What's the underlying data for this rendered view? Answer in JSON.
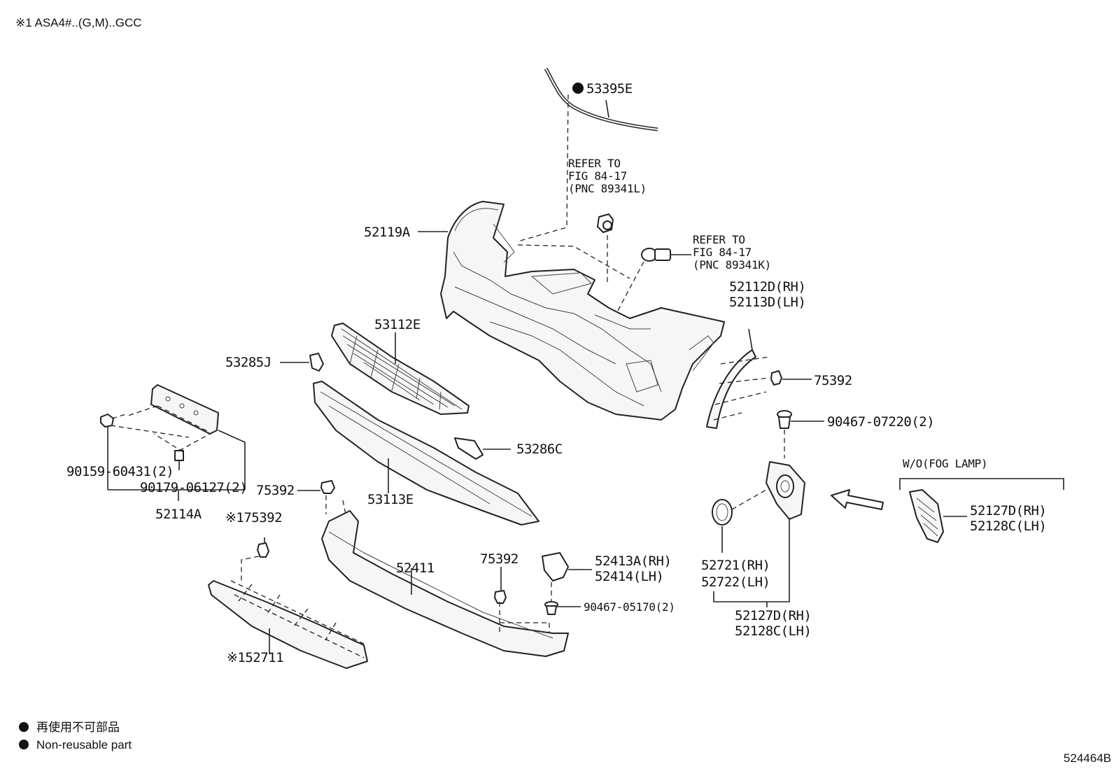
{
  "header_note": "※1 ASA4#..(G,M)..GCC",
  "figure_id": "524464B",
  "legend": {
    "jp": "再使用不可部品",
    "en": "Non-reusable part"
  },
  "callouts": {
    "c53395E": "53395E",
    "refer1": [
      "REFER TO",
      "FIG 84-17",
      "(PNC 89341L)"
    ],
    "refer2": [
      "REFER TO",
      "FIG 84-17",
      "(PNC 89341K)"
    ],
    "c52119A": "52119A",
    "c52112D": "52112D(RH)",
    "c52113D": "52113D(LH)",
    "c53112E": "53112E",
    "c53285J": "53285J",
    "c75392a": "75392",
    "c90467_07220": "90467-07220(2)",
    "c53286C": "53286C",
    "c90159": "90159-60431(2)",
    "c90179": "90179-06127(2)",
    "c52114A": "52114A",
    "c75392b": "75392",
    "c53113E": "53113E",
    "c75392c": "※175392",
    "c52411": "52411",
    "c75392d": "75392",
    "c52413A": "52413A(RH)",
    "c52414": "52414(LH)",
    "c90467_05170": "90467-05170(2)",
    "c52711": "※152711",
    "c52721": "52721(RH)",
    "c52722": "52722(LH)",
    "c52127D_b": "52127D(RH)",
    "c52128C_b": "52128C(LH)",
    "wo_fog": "W/O(FOG LAMP)",
    "c52127D_a": "52127D(RH)",
    "c52128C_a": "52128C(LH)"
  }
}
